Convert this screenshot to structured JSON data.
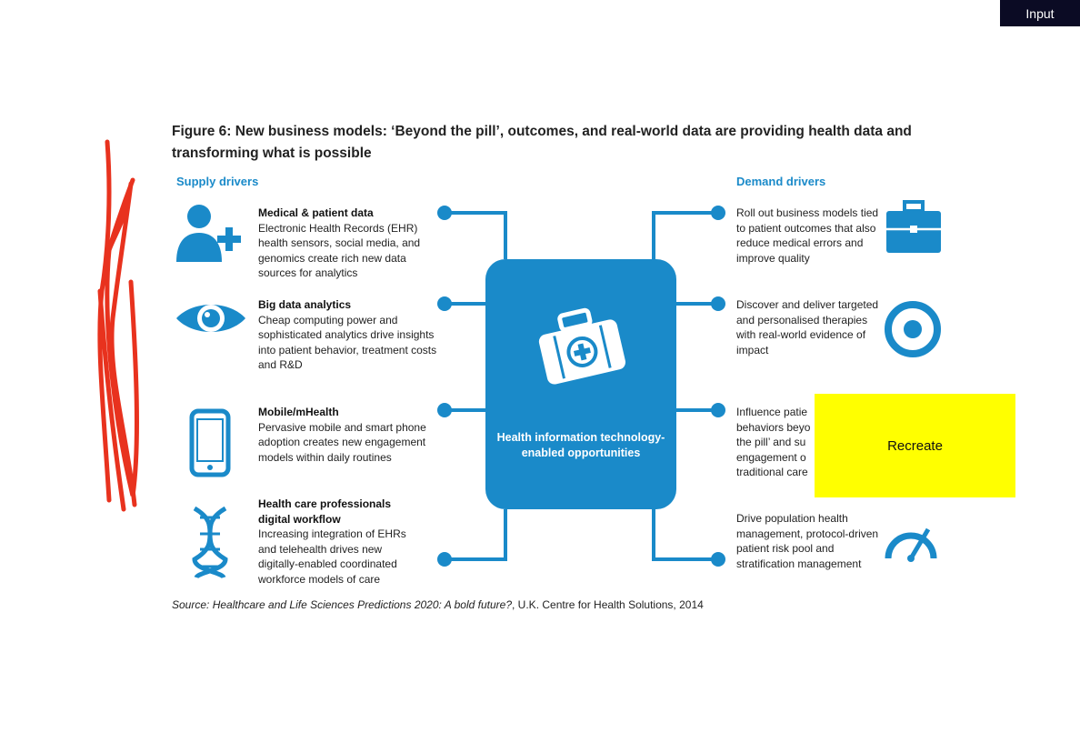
{
  "corner_tag": "Input",
  "figure": {
    "title": "Figure 6: New business models: ‘Beyond the pill’, outcomes, and real-world data are providing health data and transforming what is possible",
    "source_italic": "Source: Healthcare and Life Sciences Predictions 2020: A bold future?",
    "source_rest": ", U.K. Centre for Health Solutions, 2014"
  },
  "supply": {
    "heading": "Supply drivers",
    "items": [
      {
        "title": "Medical & patient data",
        "body": "Electronic Health Records (EHR) health sensors, social media, and genomics create rich new data sources for analytics",
        "icon": "person-plus-icon"
      },
      {
        "title": "Big data analytics",
        "body": "Cheap computing power and sophisticated analytics drive insights into patient behavior, treatment costs and R&D",
        "icon": "eye-icon"
      },
      {
        "title": "Mobile/mHealth",
        "body": "Pervasive mobile and smart phone adoption creates new engagement models within daily routines",
        "icon": "smartphone-icon"
      },
      {
        "title": "Health care professionals digital workflow",
        "body": "Increasing integration of EHRs and telehealth drives new digitally-enabled coordinated workforce models of care",
        "icon": "dna-icon"
      }
    ]
  },
  "demand": {
    "heading": "Demand drivers",
    "items": [
      {
        "body": "Roll out business models tied to patient outcomes that also reduce medical errors and improve quality",
        "icon": "briefcase-icon"
      },
      {
        "body": "Discover and deliver targeted and personalised therapies with real-world evidence of impact",
        "icon": "target-icon"
      },
      {
        "body": "Influence patie behaviors beyo the pill’ and su engagement o traditional care",
        "icon": "hidden"
      },
      {
        "body": "Drive population health management, protocol-driven patient risk pool and stratification management",
        "icon": "gauge-icon"
      }
    ]
  },
  "hub": {
    "label": "Health information technology-enabled opportunities",
    "icon": "medical-kit-icon"
  },
  "overlay": {
    "label": "Recreate",
    "color": "#ffff00"
  },
  "colors": {
    "accent": "#1a8ac9",
    "scribble": "#e8321e"
  }
}
